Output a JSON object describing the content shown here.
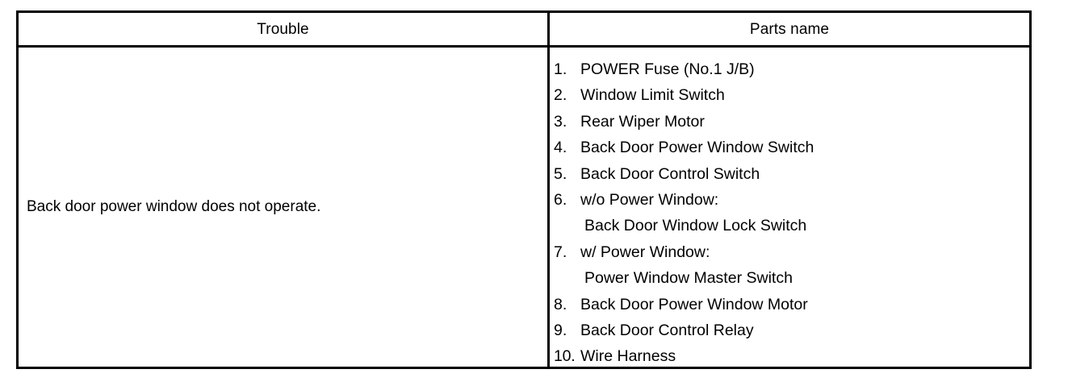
{
  "table": {
    "headers": {
      "trouble": "Trouble",
      "parts_name": "Parts name"
    },
    "rows": [
      {
        "trouble": "Back door power window does not operate.",
        "parts": [
          {
            "num": "1.",
            "label": "POWER Fuse (No.1 J/B)",
            "subline": null
          },
          {
            "num": "2.",
            "label": "Window Limit Switch",
            "subline": null
          },
          {
            "num": "3.",
            "label": "Rear Wiper Motor",
            "subline": null
          },
          {
            "num": "4.",
            "label": "Back Door Power Window Switch",
            "subline": null
          },
          {
            "num": "5.",
            "label": "Back Door Control Switch",
            "subline": null
          },
          {
            "num": "6.",
            "label": "w/o Power Window:",
            "subline": "Back Door Window Lock Switch"
          },
          {
            "num": "7.",
            "label": "w/ Power Window:",
            "subline": "Power Window Master Switch"
          },
          {
            "num": "8.",
            "label": "Back Door Power Window Motor",
            "subline": null
          },
          {
            "num": "9.",
            "label": "Back Door Control Relay",
            "subline": null
          },
          {
            "num": "10.",
            "label": "Wire Harness",
            "subline": null
          }
        ]
      }
    ]
  },
  "colors": {
    "border": "#000000",
    "text": "#000000",
    "background": "#ffffff"
  }
}
